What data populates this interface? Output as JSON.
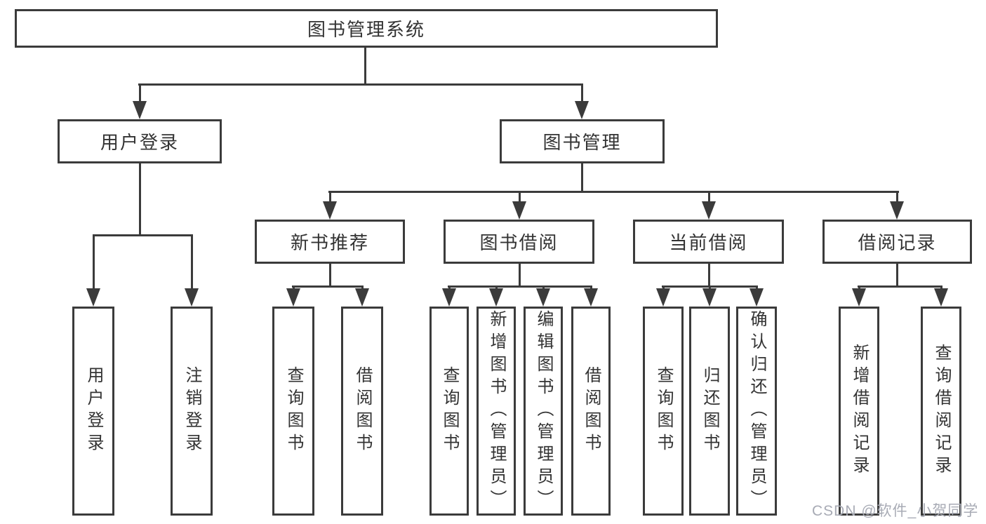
{
  "diagram": {
    "root": {
      "label": "图书管理系统"
    },
    "level2": [
      {
        "label": "用户登录",
        "children": [
          {
            "label": "用户登录"
          },
          {
            "label": "注销登录"
          }
        ]
      },
      {
        "label": "图书管理",
        "children": [
          {
            "label": "新书推荐",
            "children": [
              {
                "label": "查询图书"
              },
              {
                "label": "借阅图书"
              }
            ]
          },
          {
            "label": "图书借阅",
            "children": [
              {
                "label": "查询图书"
              },
              {
                "label": "新增图书（管理员）"
              },
              {
                "label": "编辑图书（管理员）"
              },
              {
                "label": "借阅图书"
              }
            ]
          },
          {
            "label": "当前借阅",
            "children": [
              {
                "label": "查询图书"
              },
              {
                "label": "归还图书"
              },
              {
                "label": "确认归还（管理员）"
              }
            ]
          },
          {
            "label": "借阅记录",
            "children": [
              {
                "label": "新增借阅记录"
              },
              {
                "label": "查询借阅记录"
              }
            ]
          }
        ]
      }
    ]
  },
  "watermark": {
    "text": "CSDN @软件_小贺同学"
  },
  "colors": {
    "line": "#3b3b3b",
    "text": "#333333",
    "watermark": "#a8abb5",
    "background": "#ffffff"
  }
}
